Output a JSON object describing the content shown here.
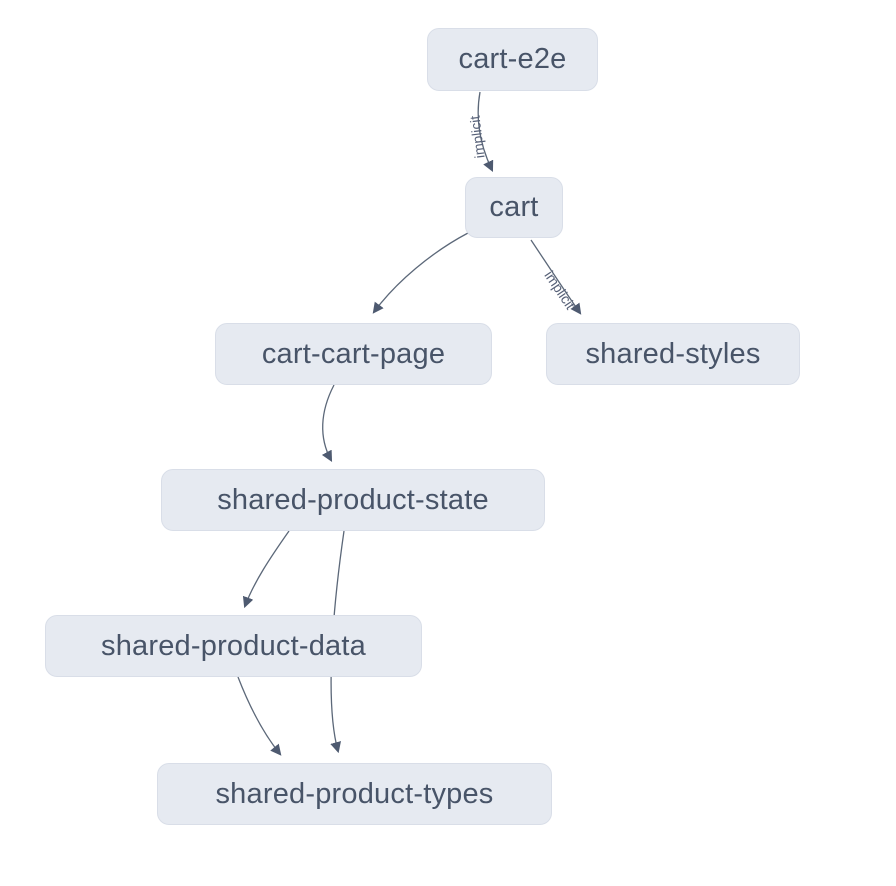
{
  "diagram": {
    "kind": "dependency-graph",
    "background": "#ffffff",
    "colors": {
      "node_fill": "#e6eaf1",
      "node_border": "#d9dee8",
      "node_text": "#485468",
      "edge_stroke": "#5c6879",
      "edge_label_text": "#566077"
    },
    "nodes": [
      {
        "id": "cart-e2e",
        "label": "cart-e2e"
      },
      {
        "id": "cart",
        "label": "cart"
      },
      {
        "id": "cart-cart-page",
        "label": "cart-cart-page"
      },
      {
        "id": "shared-styles",
        "label": "shared-styles"
      },
      {
        "id": "shared-product-state",
        "label": "shared-product-state"
      },
      {
        "id": "shared-product-data",
        "label": "shared-product-data"
      },
      {
        "id": "shared-product-types",
        "label": "shared-product-types"
      }
    ],
    "edges": [
      {
        "source": "cart-e2e",
        "target": "cart",
        "label": "implicit"
      },
      {
        "source": "cart",
        "target": "cart-cart-page",
        "label": ""
      },
      {
        "source": "cart",
        "target": "shared-styles",
        "label": "implicit"
      },
      {
        "source": "cart-cart-page",
        "target": "shared-product-state",
        "label": ""
      },
      {
        "source": "shared-product-state",
        "target": "shared-product-data",
        "label": ""
      },
      {
        "source": "shared-product-state",
        "target": "shared-product-types",
        "label": ""
      },
      {
        "source": "shared-product-data",
        "target": "shared-product-types",
        "label": ""
      }
    ]
  }
}
